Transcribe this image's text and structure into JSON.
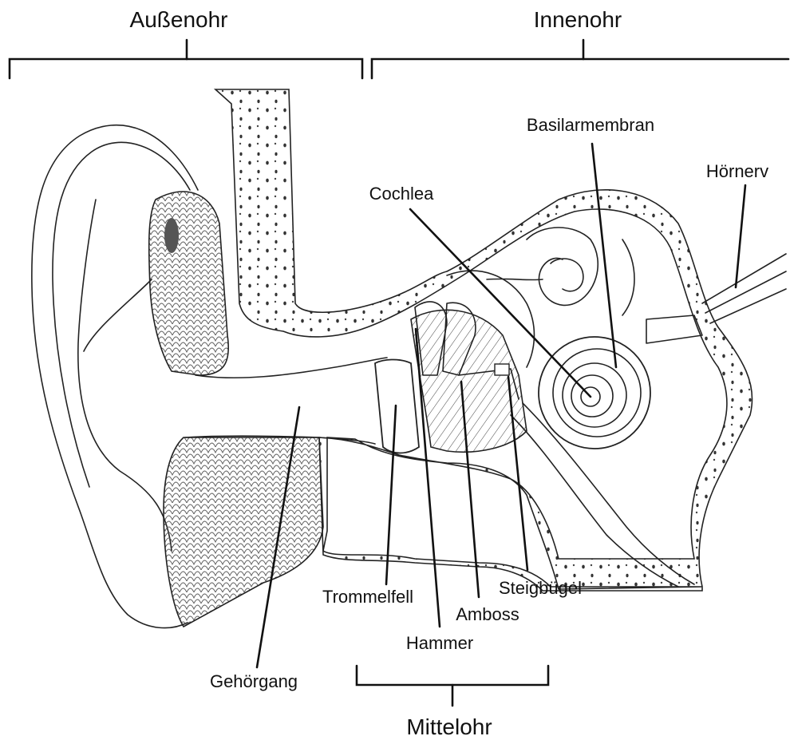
{
  "regions": {
    "outer": "Außenohr",
    "inner": "Innenohr",
    "middle": "Mittelohr"
  },
  "labels": {
    "basilar": "Basilarmembran",
    "nerve": "Hörnerv",
    "cochlea": "Cochlea",
    "eardrum": "Trommelfell",
    "stirrup": "Steigbügel",
    "anvil": "Amboss",
    "hammer": "Hammer",
    "canal": "Gehörgang"
  }
}
